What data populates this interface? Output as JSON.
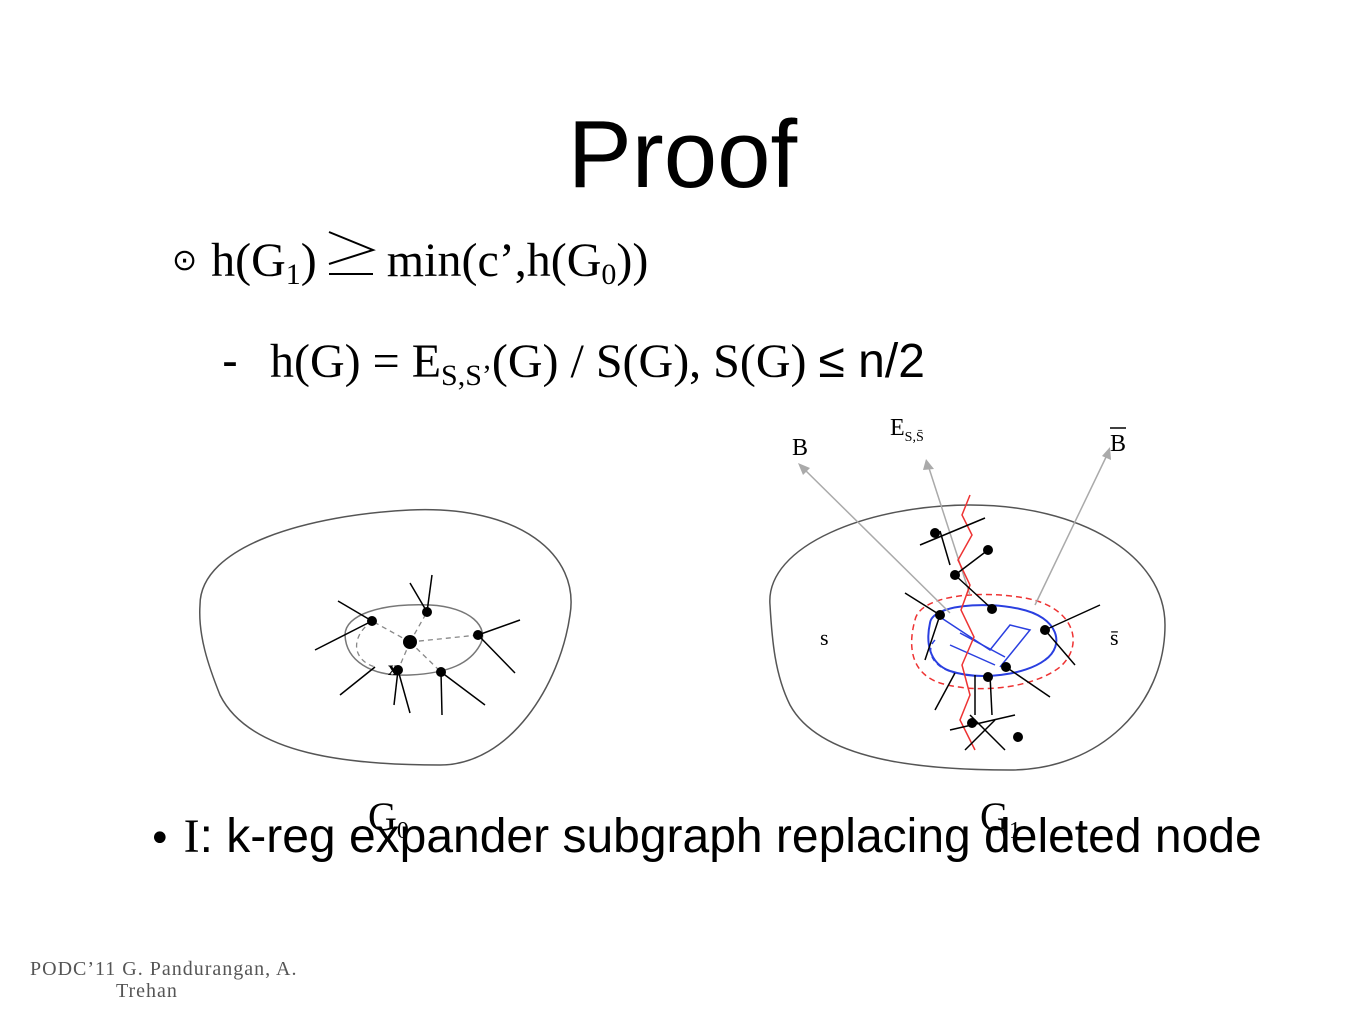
{
  "slide": {
    "title": "Proof",
    "bullet1": {
      "marker": "⊙",
      "lhs": "h(G",
      "lhs_sub": "1",
      "lhs_close": ")",
      "rhs": "min(c’,h(G",
      "rhs_sub": "0",
      "rhs_close": "))"
    },
    "bullet2": {
      "dash": "-",
      "text_a": "h(G) = E",
      "sub": "S,S’",
      "text_b": "(G) / S(G), S(G) ",
      "text_c": "≤ n/2"
    },
    "figure": {
      "left_label": "G",
      "left_label_sub": "0",
      "left_node_label": "x",
      "right_label": "G",
      "right_label_sub": "1",
      "label_B": "B",
      "label_Bbar": "B",
      "label_E": "E",
      "label_E_sub": "S,S̄",
      "label_s": "s",
      "label_sbar": "s̄"
    },
    "bullet3": {
      "marker": "•",
      "italic_i": "I",
      "text": ": k-reg expander subgraph replacing deleted node"
    },
    "footer": {
      "line1": "PODC’11 G. Pandurangan, A.",
      "line2": "Trehan"
    }
  }
}
